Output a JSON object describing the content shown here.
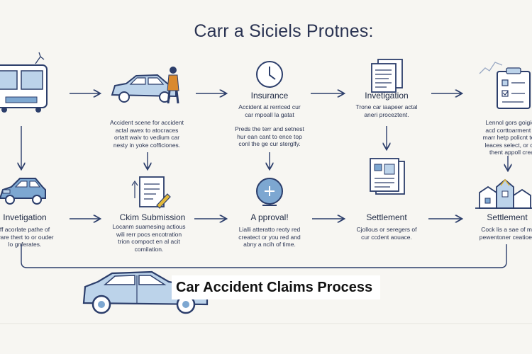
{
  "title": "Carr a Siciels Protnes:",
  "banner": "Car Accident Claims Process",
  "steps": {
    "insurance": {
      "label": "Insurance",
      "desc": "Accident at rerriced cur\ncar mpoall la gatat"
    },
    "investigation": {
      "label": "Invetigation",
      "desc": "Trone car iaapeer actal\naneri proceztent."
    },
    "inv_left": {
      "label": "Invetigation",
      "desc": "ff acorlate pathe of\nware thert to or ouder\nlo gnferates."
    },
    "claim": {
      "label": "Ckim Submission",
      "desc": "Locanm suamesing actious\nwili rerr pocs encotration\ntrion compoct en al acit\ncomilation."
    },
    "approval": {
      "label": "A pproval!",
      "desc": "Lialli atteratto reoty red\ncreatect or you red and\nabny a ncih of time."
    },
    "settlement_mid": {
      "label": "Settlement",
      "desc": "Cjollous or seregers of\ncur ccdent aouace."
    },
    "settlement_right": {
      "label": "Settlement",
      "desc": "Cock lis a sae of m\npewentoner ceatioe"
    }
  },
  "notes": {
    "car_scene": "Accident scene for accident\nactal awex to atocraces\nortatt waiv to vedium car\nnesty in yoke cofficiones.",
    "process": "Preds the terr and setnest\nhur ean cant to ence top\nconl the ge cur sterglfy.",
    "top_right": "Lennol gors goigiow\nacd corttoarment ari\nmarr hetp policnt test\nleaces select, or cell\nthent appoll create"
  },
  "colors": {
    "ink": "#1f2a44",
    "navy": "#2c3e6b",
    "light_blue": "#bcd3ea",
    "mid_blue": "#7da7d1",
    "accent_yellow": "#e3b93a",
    "orange": "#d9892e",
    "background": "#f7f6f2"
  },
  "icons": [
    "bus-icon",
    "car-icon",
    "clock-icon",
    "documents-icon",
    "checklist-icon",
    "car-icon",
    "claim-form-icon",
    "globe-icon",
    "report-icon",
    "houses-icon",
    "car-icon"
  ]
}
